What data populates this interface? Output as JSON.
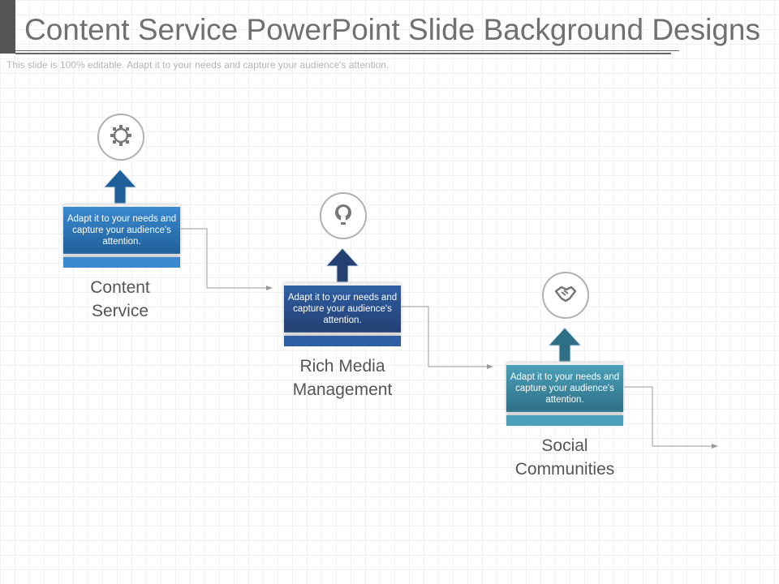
{
  "header": {
    "title": "Content Service PowerPoint Slide Background Designs",
    "subtitle": "This slide is 100% editable. Adapt it to your needs and capture your audience's attention."
  },
  "steps": [
    {
      "icon": "gear-icon",
      "text": "Adapt it to your needs and capture your audience's attention.",
      "label": "Content Service",
      "color": "#3b8ad0",
      "arrow": "#1f5f99"
    },
    {
      "icon": "lightbulb-icon",
      "text": "Adapt it to your needs and capture your audience's attention.",
      "label": "Rich Media Management",
      "color": "#2f5fa3",
      "arrow": "#243f72"
    },
    {
      "icon": "handshake-icon",
      "text": "Adapt it to your needs and capture your audience's attention.",
      "label": "Social Communities",
      "color": "#4b9fb9",
      "arrow": "#2e6f86"
    }
  ]
}
